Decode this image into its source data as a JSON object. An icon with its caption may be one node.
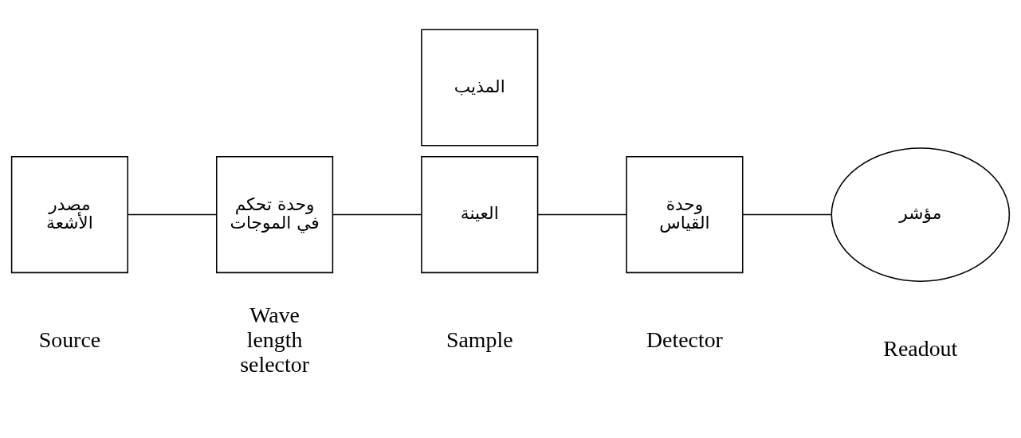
{
  "diagram": {
    "nodes": [
      {
        "text": [
          "المذيب"
        ]
      },
      {
        "text": [
          "مصدر الأشعة"
        ],
        "beside": [
          "Source"
        ]
      },
      {
        "text": [
          "وحدة تحكم في الموجات"
        ],
        "beside": [
          "Wave length selector"
        ]
      },
      {
        "text": [
          "العينة"
        ],
        "beside": [
          "Sample"
        ]
      },
      {
        "text": [
          "وحدة القياس"
        ],
        "beside": [
          "Detector"
        ]
      },
      {
        "text": [
          "مؤشر"
        ],
        "beside": [
          "Readout"
        ]
      }
    ],
    "edges": [
      {
        "from": 1,
        "to": 2,
        "arrow": "none"
      },
      {
        "from": 2,
        "to": 3,
        "arrow": "none"
      },
      {
        "from": 3,
        "to": 4,
        "arrow": "none"
      },
      {
        "from": 4,
        "to": 5,
        "arrow": "none"
      }
    ]
  }
}
